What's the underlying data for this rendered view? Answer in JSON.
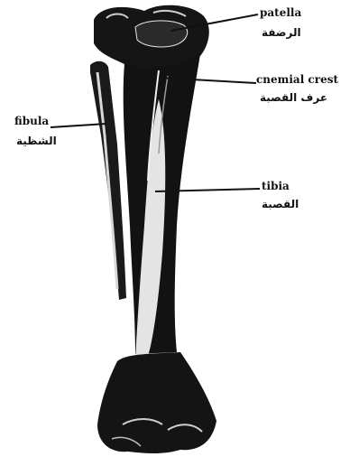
{
  "labels": {
    "patella": {
      "en": "patella",
      "ar": "الرضفة"
    },
    "cnemial_crest": {
      "en": "cnemial crest",
      "ar": "عرف القصبة"
    },
    "fibula": {
      "en": "fibula",
      "ar": "الشظية"
    },
    "tibia": {
      "en": "tibia",
      "ar": "القصبة"
    }
  }
}
